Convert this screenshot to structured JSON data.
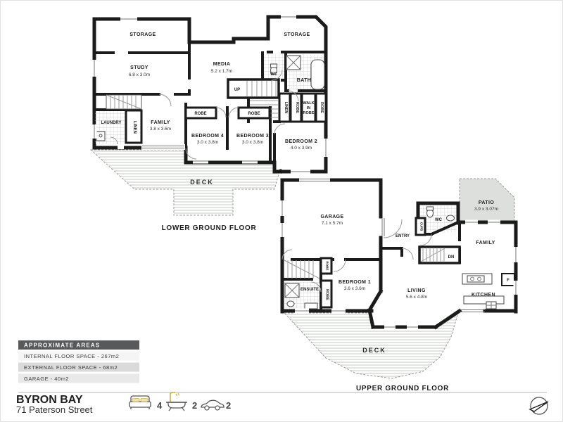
{
  "colors": {
    "walls": "#1b1b1b",
    "patio_fill": "#dcdfdb",
    "legend_header_bg": "#58595b",
    "hatch": "#c6cac6"
  },
  "property": {
    "suburb": "BYRON BAY",
    "address": "71 Paterson Street"
  },
  "stats": {
    "beds": "4",
    "baths": "2",
    "cars": "2"
  },
  "areas": {
    "header": "APPROXIMATE AREAS",
    "internal": "INTERNAL FLOOR SPACE - 267m2",
    "external": "EXTERNAL FLOOR SPACE - 68m2",
    "garage": "GARAGE - 40m2"
  },
  "lower": {
    "title": "LOWER GROUND FLOOR",
    "storage_left": "STORAGE",
    "storage_right": "STORAGE",
    "study": "STUDY",
    "study_dims": "6.8 x 3.0m",
    "media": "MEDIA",
    "media_dims": "5.2 x 1.7m",
    "wc": "WC",
    "bath": "BATH",
    "up": "UP",
    "laundry": "LAUNDRY",
    "linen_left": "LINEN",
    "family": "FAMILY",
    "family_dims": "3.8 x 3.6m",
    "robe_bed4": "ROBE",
    "robe_bed3": "ROBE",
    "bedroom4": "BEDROOM 4",
    "bedroom4_dims": "3.0 x 3.8m",
    "bedroom3": "BEDROOM 3",
    "bedroom3_dims": "3.0 x 3.8m",
    "linen_mid": "LINEN",
    "robe_mid": "ROBE",
    "walk_in_1": "WALK",
    "walk_in_2": "IN",
    "walk_in_3": "ROBE",
    "robe_right": "ROBE",
    "bedroom2": "BEDROOM 2",
    "bedroom2_dims": "4.0 x 3.9m",
    "deck": "DECK"
  },
  "upper": {
    "title": "UPPER GROUND FLOOR",
    "garage": "GARAGE",
    "garage_dims": "7.1 x 5.7m",
    "entry": "ENTRY",
    "cupb": "CUPB",
    "wc": "WC",
    "patio": "PATIO",
    "patio_dims": "3.9 x 3.07m",
    "family": "FAMILY",
    "dn": "DN",
    "robe_top": "ROBE",
    "ensuite": "ENSUITE",
    "robe_bottom": "ROBE",
    "bedroom1": "BEDROOM 1",
    "bedroom1_dims": "3.6 x 3.6m",
    "living": "LIVING",
    "living_dims": "5.6 x 4.8m",
    "kitchen": "KITCHEN",
    "fridge": "F",
    "deck": "DECK"
  }
}
